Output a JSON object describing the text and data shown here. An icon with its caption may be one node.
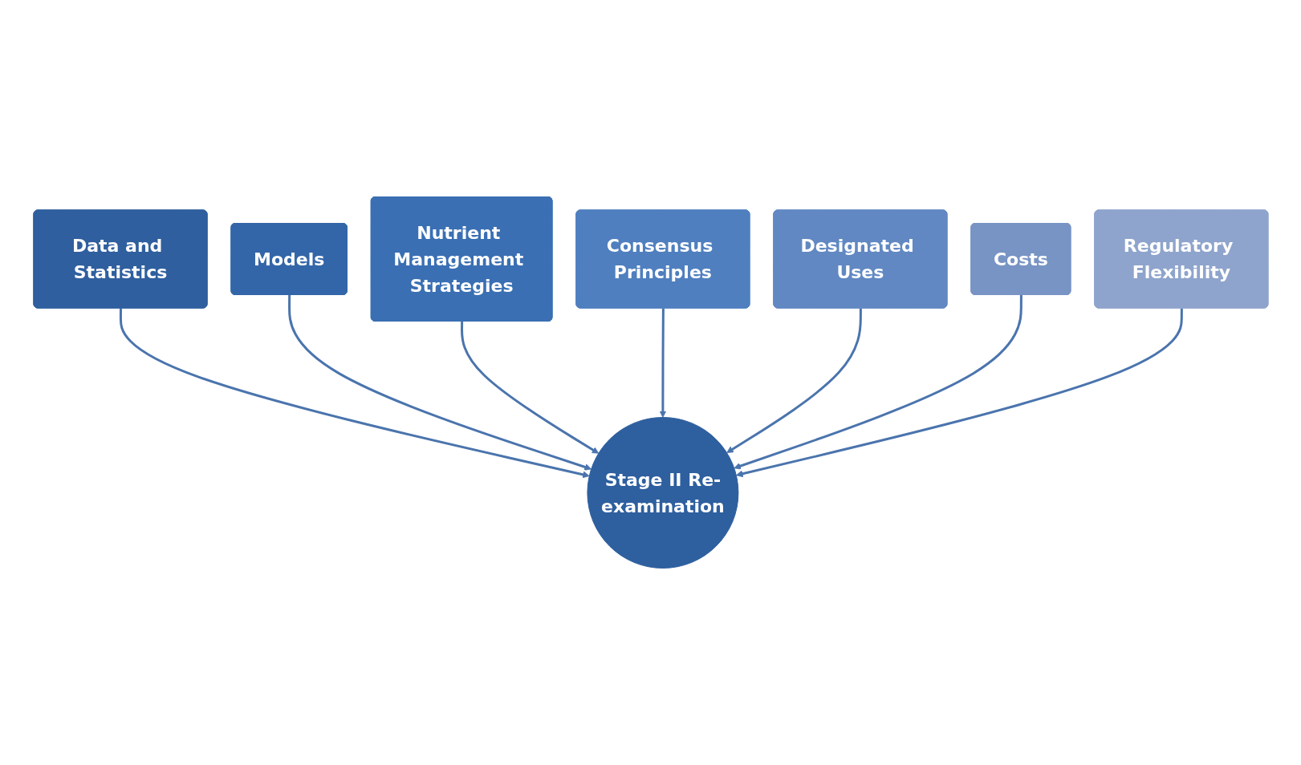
{
  "diagram": {
    "nodes": [
      {
        "text": [
          "Data and Statistics"
        ]
      },
      {
        "text": [
          "Models"
        ]
      },
      {
        "text": [
          "Nutrient Management Strategies"
        ]
      },
      {
        "text": [
          "Consensus Principles"
        ]
      },
      {
        "text": [
          "Designated Uses"
        ]
      },
      {
        "text": [
          "Costs"
        ]
      },
      {
        "text": [
          "Regulatory Flexibility"
        ]
      },
      {
        "text": [
          "Stage II Re-examination"
        ]
      }
    ],
    "edges": [
      {
        "from": 0,
        "to": 7,
        "arrow": "to"
      },
      {
        "from": 1,
        "to": 7,
        "arrow": "to"
      },
      {
        "from": 2,
        "to": 7,
        "arrow": "to"
      },
      {
        "from": 3,
        "to": 7,
        "arrow": "to"
      },
      {
        "from": 4,
        "to": 7,
        "arrow": "to"
      },
      {
        "from": 5,
        "to": 7,
        "arrow": "to"
      },
      {
        "from": 6,
        "to": 7,
        "arrow": "to"
      }
    ]
  }
}
